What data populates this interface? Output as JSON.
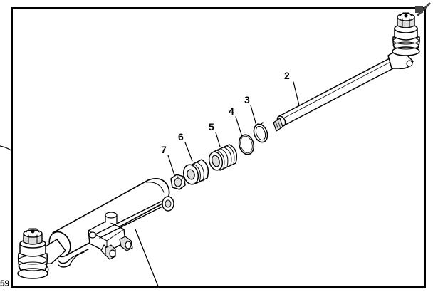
{
  "diagram": {
    "callouts": [
      {
        "id": "2",
        "label": "2"
      },
      {
        "id": "3",
        "label": "3"
      },
      {
        "id": "4",
        "label": "4"
      },
      {
        "id": "5",
        "label": "5"
      },
      {
        "id": "6",
        "label": "6"
      },
      {
        "id": "7",
        "label": "7"
      }
    ],
    "edge_text": "59"
  }
}
